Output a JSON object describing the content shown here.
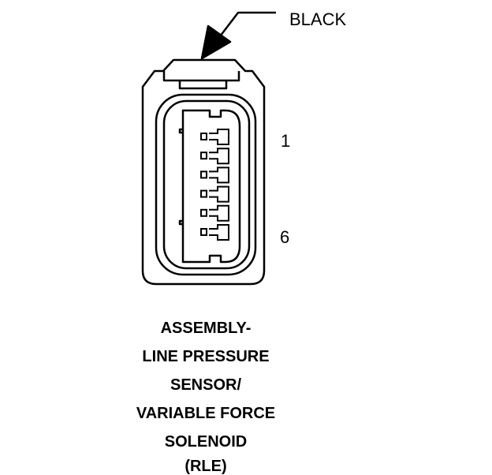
{
  "connector": {
    "color": "BLACK",
    "pin_first": "1",
    "pin_last": "6",
    "pin_count": 6
  },
  "caption": {
    "lines": [
      "ASSEMBLY-",
      "LINE PRESSURE",
      "SENSOR/",
      "VARIABLE FORCE",
      "SOLENOID"
    ],
    "code": "(RLE)"
  }
}
